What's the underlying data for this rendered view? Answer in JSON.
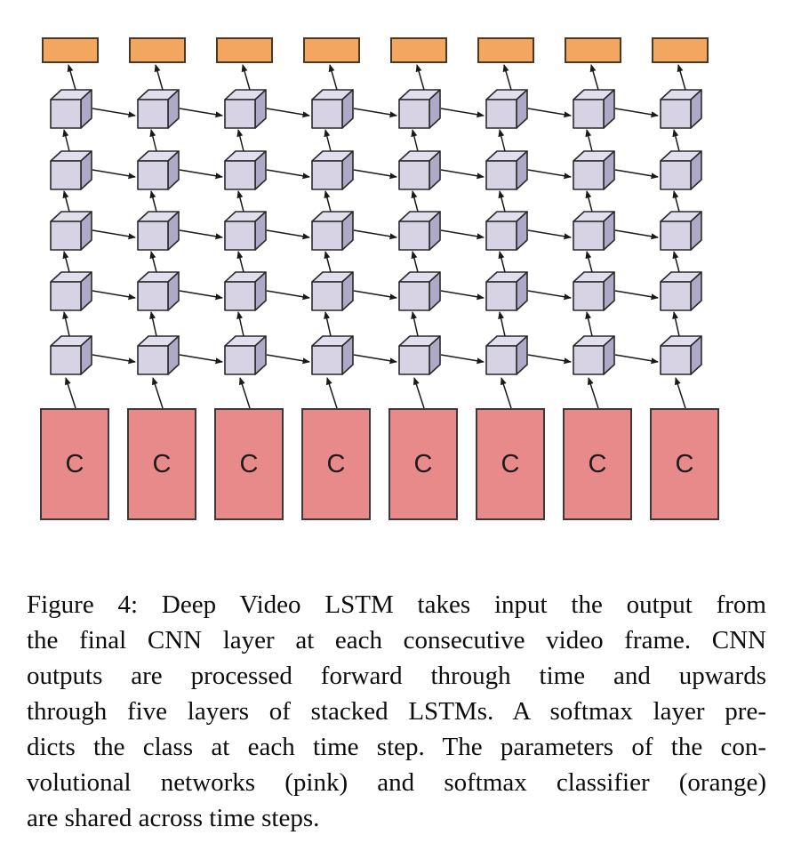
{
  "figure_caption": {
    "lines": [
      "Figure 4: Deep Video LSTM takes input the output from",
      "the final CNN layer at each consecutive video frame. CNN",
      "outputs are processed forward through time and upwards",
      "through five layers of stacked LSTMs. A softmax layer pre-",
      "dicts the class at each time step. The parameters of the con-",
      "volutional networks (pink) and softmax classifier (orange)",
      "are shared across time steps."
    ]
  },
  "diagram": {
    "type": "stacked-video-lstm-network",
    "columns": 8,
    "lstm_rows": 5,
    "softmax_box_count": 8,
    "cnn_box_labels": [
      "C",
      "C",
      "C",
      "C",
      "C",
      "C",
      "C",
      "C"
    ],
    "colors": {
      "softmax_fill": "#f2a65f",
      "softmax_border": "#4a3a25",
      "cnn_fill": "#e98a8a",
      "cnn_border": "#3a3a3a",
      "cube_front": "#d7d3e5",
      "cube_top": "#e1deee",
      "cube_side": "#aea9c6",
      "outline": "#2a2a2a",
      "arrow": "#1a1a1a",
      "label": "#1c1c1c"
    }
  }
}
